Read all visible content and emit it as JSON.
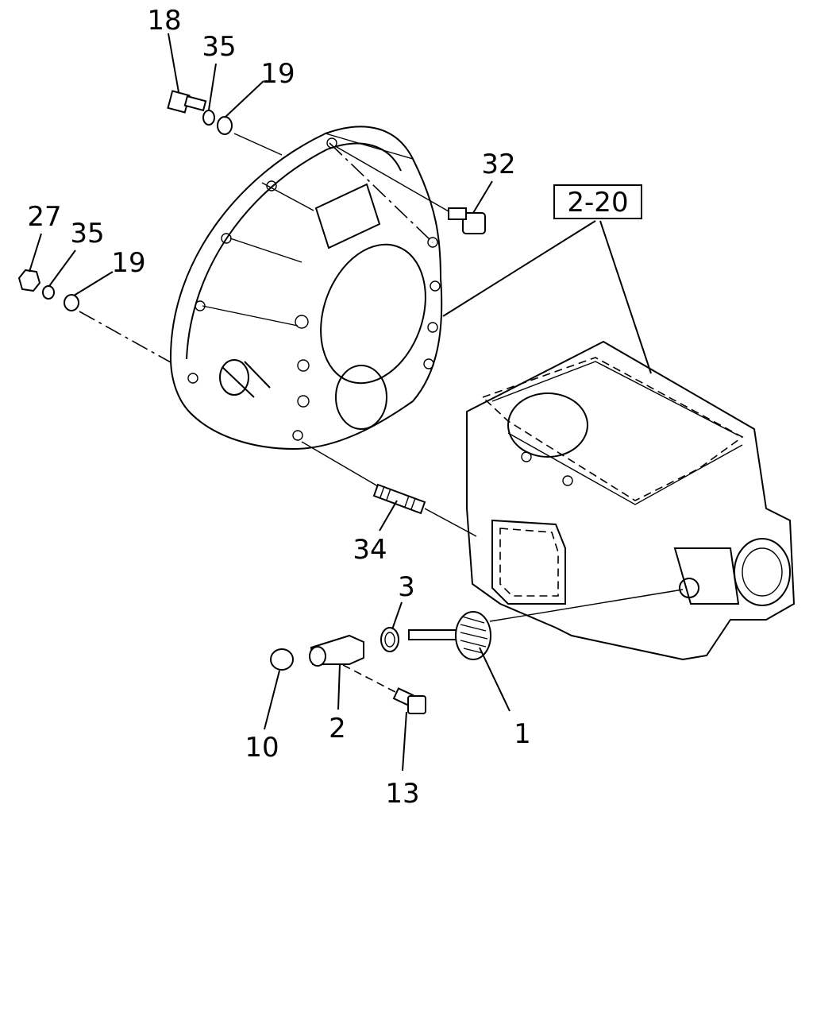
{
  "diagram": {
    "ref_box": "2-20",
    "labels": {
      "p18": "18",
      "p35a": "35",
      "p19a": "19",
      "p32": "32",
      "p27": "27",
      "p35b": "35",
      "p19b": "19",
      "p34": "34",
      "p3": "3",
      "p1": "1",
      "p2": "2",
      "p10": "10",
      "p13": "13"
    }
  }
}
